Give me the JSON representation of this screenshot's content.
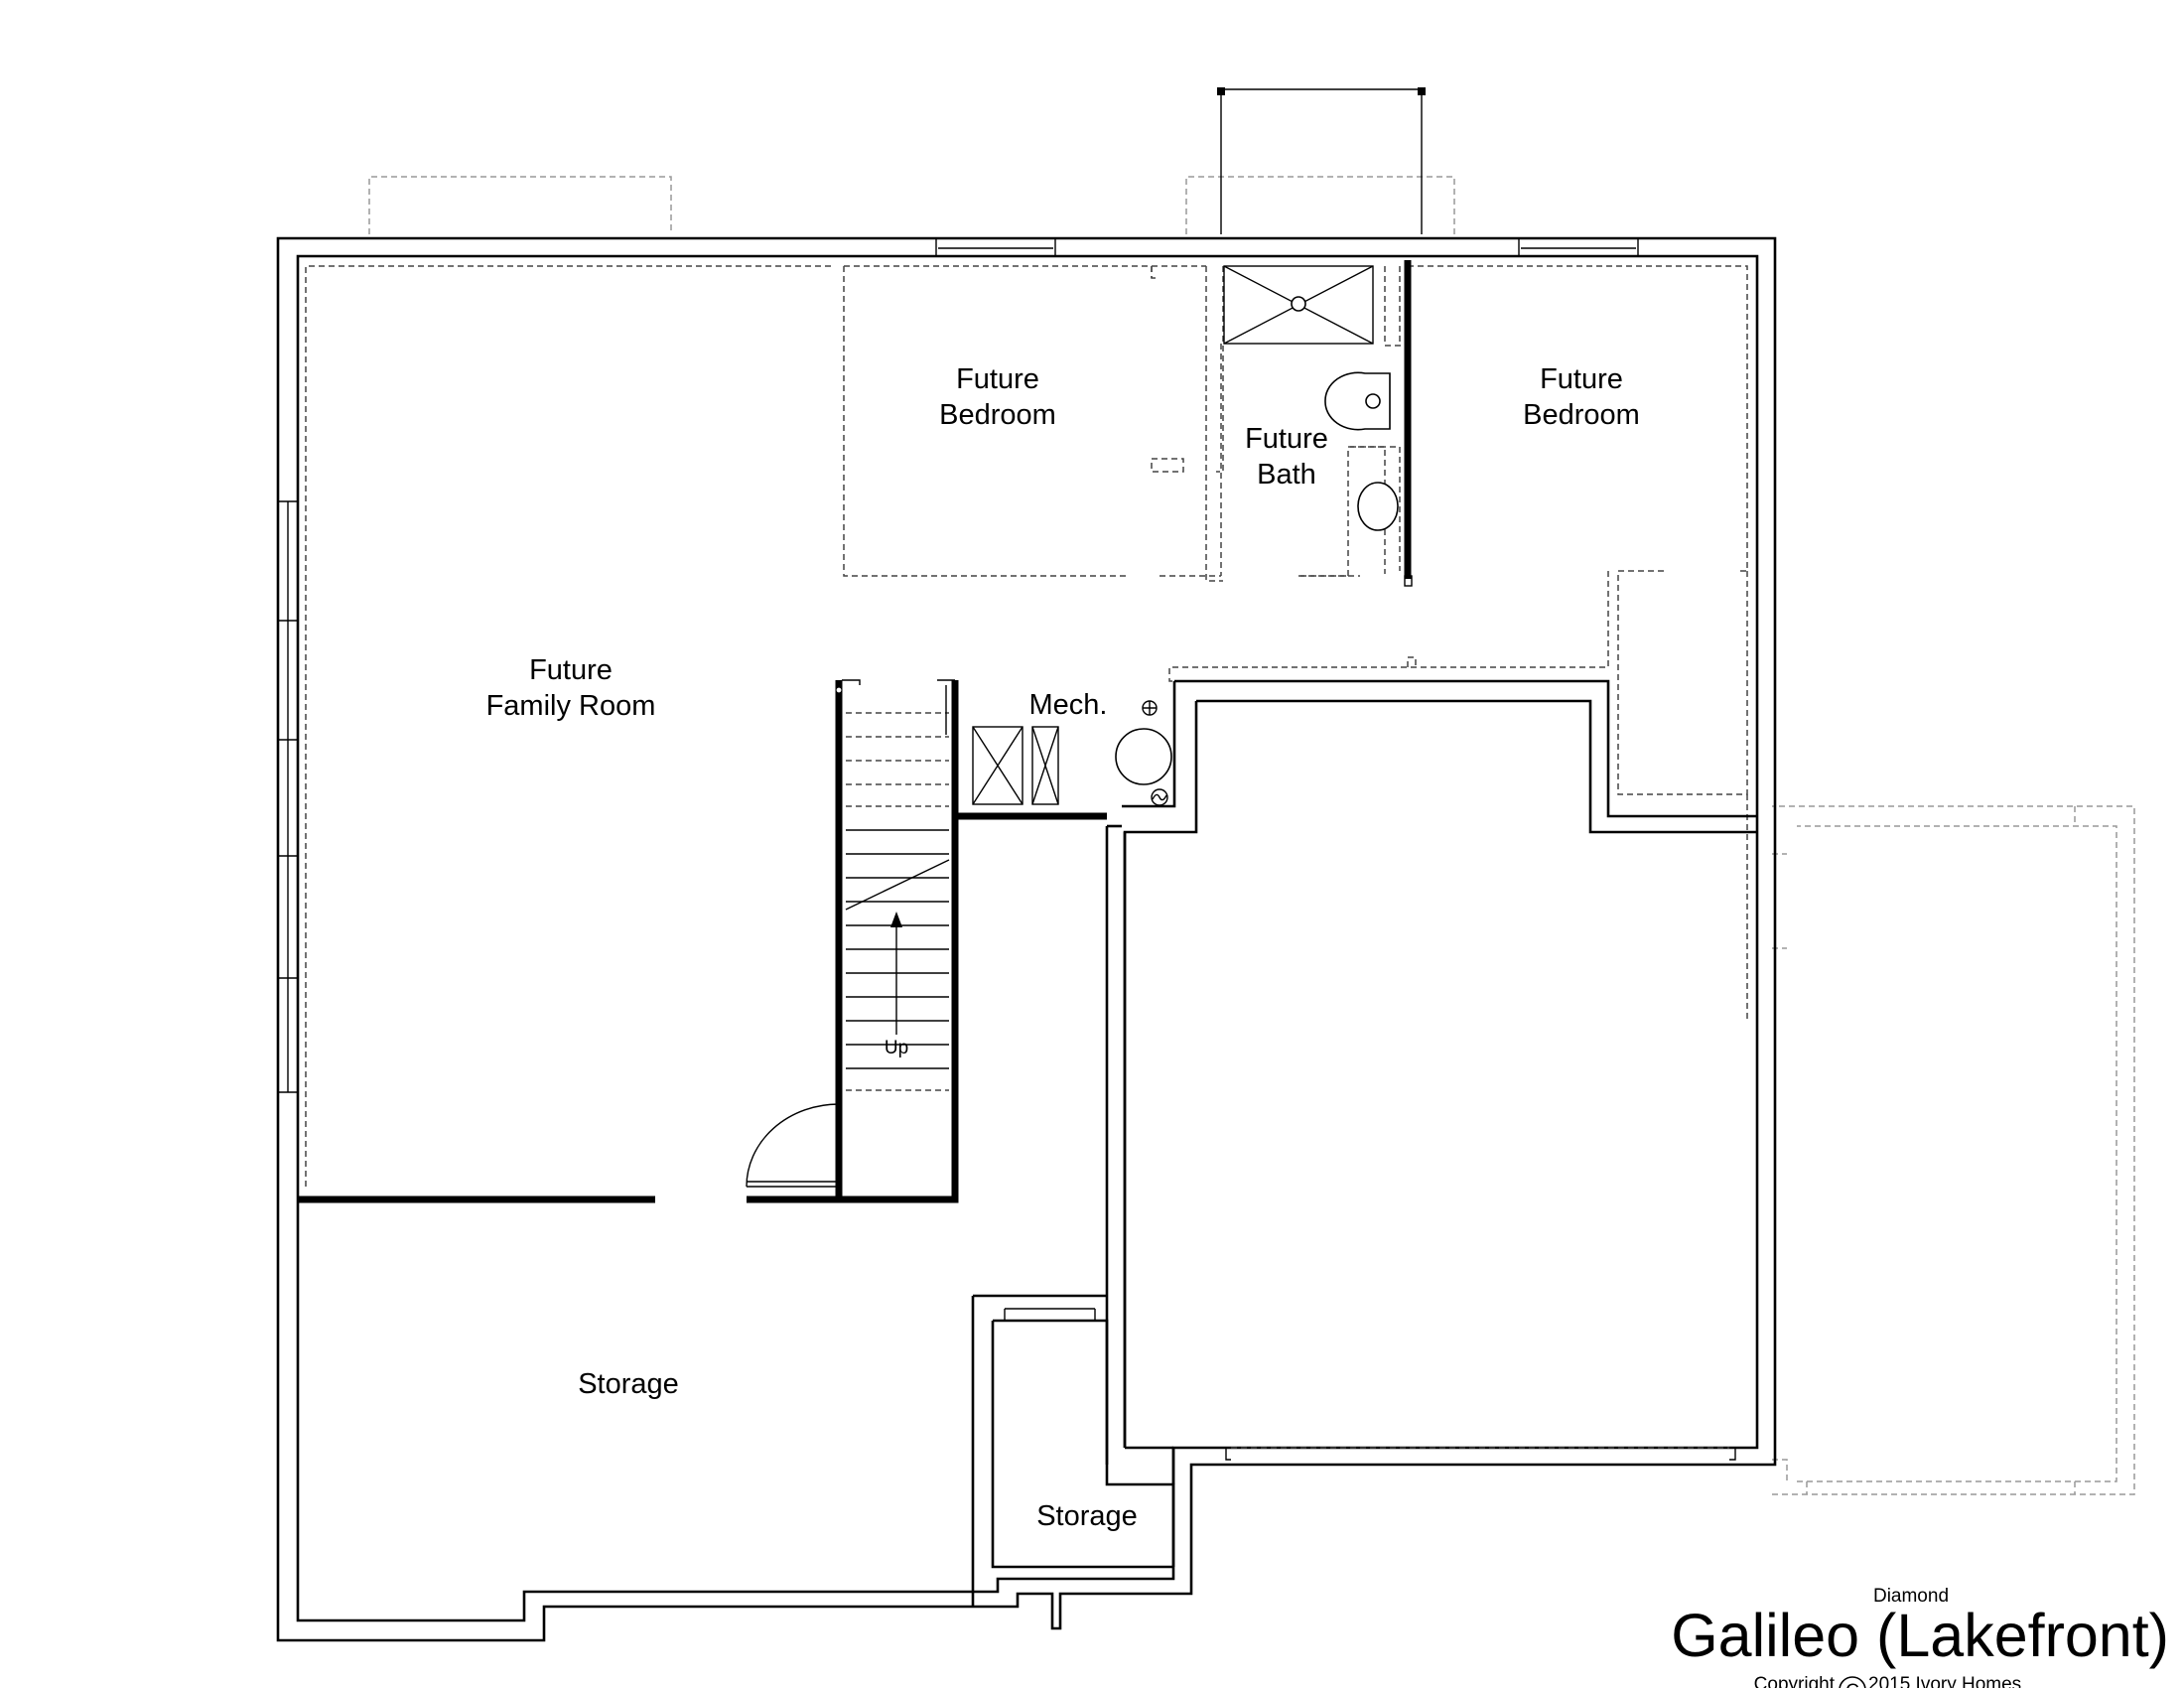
{
  "rooms": {
    "family_room": {
      "line1": "Future",
      "line2": "Family Room"
    },
    "bedroom_left": {
      "line1": "Future",
      "line2": "Bedroom"
    },
    "bath": {
      "line1": "Future",
      "line2": "Bath"
    },
    "bedroom_right": {
      "line1": "Future",
      "line2": "Bedroom"
    },
    "mech": "Mech.",
    "storage_main": "Storage",
    "storage_small": "Storage",
    "stair_label": "Up"
  },
  "title_block": {
    "series": "Diamond",
    "plan_name": "Galileo (Lakefront)",
    "copyright_prefix": "Copyright",
    "copyright_symbol": "C",
    "copyright_rest": "2015 Ivory Homes"
  }
}
